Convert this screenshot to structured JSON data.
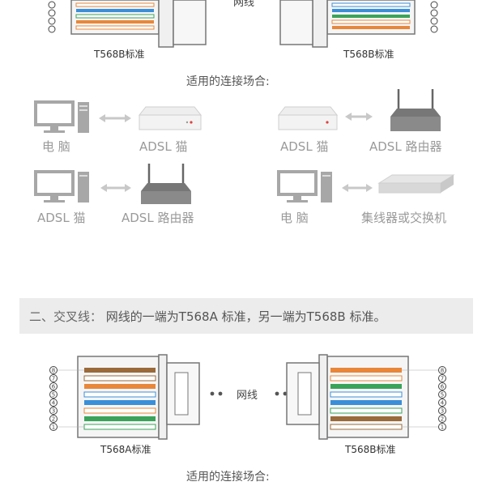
{
  "top_connectors": {
    "left_label": "T568B标准",
    "right_label": "T568B标准",
    "center_text": "网线"
  },
  "section1": {
    "caption": "适用的连接场合:",
    "scenarios": [
      {
        "left": "电  脑",
        "right": "ADSL 猫"
      },
      {
        "left": "ADSL 猫",
        "right": "ADSL 路由器"
      },
      {
        "left": "ADSL 猫",
        "right": "ADSL 路由器"
      },
      {
        "left": "电  脑",
        "right": "集线器或交换机"
      }
    ]
  },
  "section2": {
    "banner_prefix": "二、交叉线：",
    "banner_text": "网线的一端为T568A 标准，另一端为T568B 标准。",
    "left_label": "T568A标准",
    "right_label": "T568B标准",
    "cable_label": "网线",
    "caption": "适用的连接场合:"
  },
  "pin_numbers": [
    "8",
    "7",
    "6",
    "5",
    "4",
    "3",
    "2",
    "1"
  ],
  "colors": {
    "orange": "#e8873a",
    "green": "#3aa35a",
    "blue": "#3a8fd8",
    "brown": "#9a6a3a",
    "white": "#ffffff",
    "device_gray": "#9a9a9a",
    "banner_gray": "#ececec"
  }
}
